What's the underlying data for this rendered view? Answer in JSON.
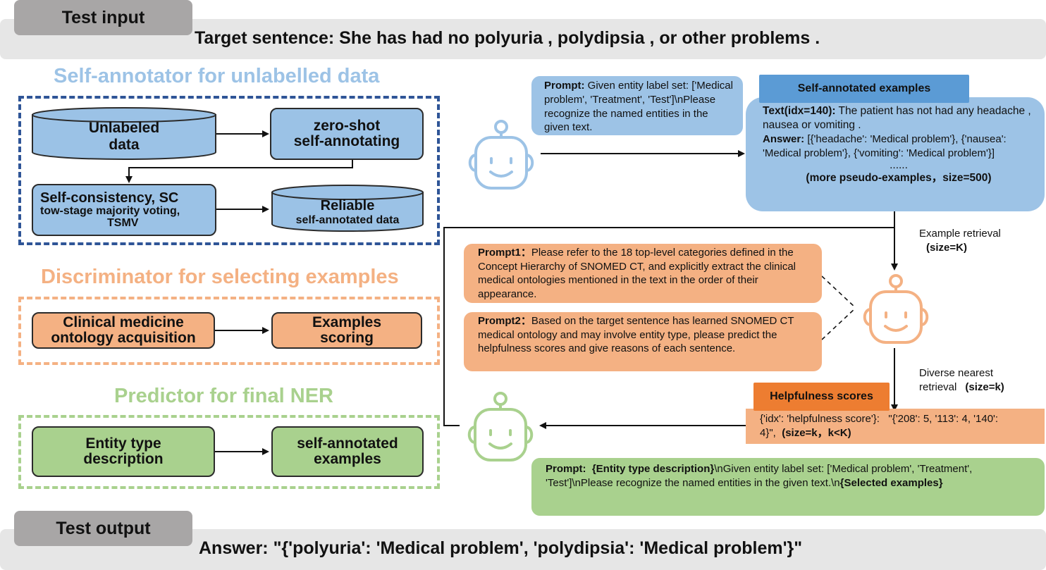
{
  "test_input": {
    "label": "Test input",
    "sentence": "Target sentence: She has had no polyuria , polydipsia , or other problems ."
  },
  "self_annotator": {
    "title": "Self-annotator for unlabelled data",
    "unlabeled": [
      "Unlabeled",
      "data"
    ],
    "zero_shot": [
      "zero-shot",
      "self-annotating"
    ],
    "sc_line1": "Self-consistency, SC",
    "sc_line2": "tow-stage majority voting,",
    "sc_line3": "TSMV",
    "reliable_line1": "Reliable",
    "reliable_line2": "self-annotated data"
  },
  "discriminator": {
    "title": "Discriminator for selecting examples",
    "ontology": [
      "Clinical medicine",
      "ontology acquisition"
    ],
    "scoring": [
      "Examples",
      "scoring"
    ]
  },
  "predictor": {
    "title": "Predictor for final NER",
    "entity_type": [
      "Entity type",
      "description"
    ],
    "examples": [
      "self-annotated",
      "examples"
    ]
  },
  "prompt_top": {
    "label": "Prompt:",
    "text": " Given entity label set: ['Medical problem', 'Treatment', 'Test']\\nPlease recognize the named entities in the given text."
  },
  "self_annotated_examples": {
    "tag": "Self-annotated examples",
    "text_label": "Text(idx=140):",
    "text_value": " The patient has not had any headache , nausea or vomiting .",
    "answer_label": "Answer:",
    "answer_value": " [{'headache': 'Medical problem'}, {'nausea': 'Medical problem'}, {'vomiting': 'Medical problem'}]",
    "ellipsis": "......",
    "more": "(more pseudo-examples，size=500)"
  },
  "example_retrieval": {
    "line1": "Example retrieval",
    "line2": "(size=K)"
  },
  "prompt1": {
    "label": "Prompt1：",
    "text": "Please refer to the 18 top-level categories defined in the Concept Hierarchy of SNOMED CT, and explicitly extract the clinical medical ontologies mentioned in the text in the order of their appearance."
  },
  "prompt2": {
    "label": "Prompt2：",
    "text": "Based on the target sentence has learned SNOMED CT medical ontology and may involve entity type, please predict the helpfulness scores and give reasons of each sentence."
  },
  "diverse_retrieval": {
    "line1": "Diverse nearest",
    "line2a": "retrieval",
    "line2b": "(size=k)"
  },
  "helpfulness": {
    "tag": "Helpfulness scores",
    "text1": "{'idx': 'helpfulness score'}:",
    "text2": "\"{'208': 5, '113': 4, '140': 4}\",",
    "size": "(size=k，k<K)"
  },
  "prompt_final": {
    "label": "Prompt:",
    "text_a": "{Entity type description}",
    "text_b": "\\nGiven entity label set: ['Medical problem', 'Treatment', 'Test']\\nPlease recognize the named entities in the given text.\\n",
    "text_c": "{Selected examples}"
  },
  "test_output": {
    "label": "Test output",
    "answer": "Answer: \"{'polyuria': 'Medical problem', 'polydipsia': 'Medical problem'}\""
  },
  "colors": {
    "blue_title": "#9dc3e6",
    "orange_title": "#f4b183",
    "green_title": "#a9d18e",
    "blue_frame": "#2f5597",
    "orange_frame": "#f4b183",
    "green_frame": "#a9d18e",
    "robot_blue": "#9dc3e6",
    "robot_orange": "#f4b183",
    "robot_green": "#a9d18e"
  },
  "icons": [
    "robot-icon",
    "arrow-icon",
    "database-icon"
  ]
}
